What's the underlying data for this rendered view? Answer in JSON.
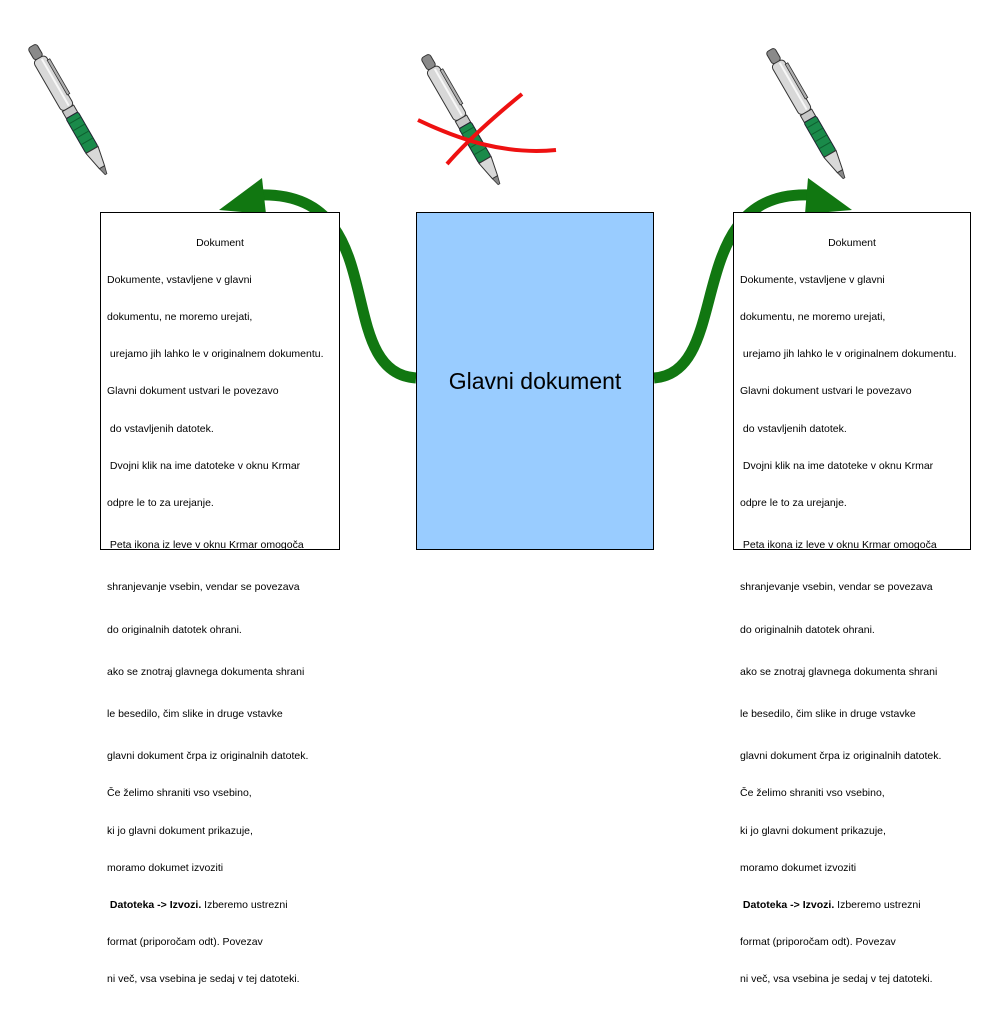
{
  "main_document": {
    "label": "Glavni dokument",
    "fill_color": "#99ccff"
  },
  "side_document": {
    "title": "Dokument",
    "lines": [
      "Dokumente, vstavljene v glavni",
      "dokumentu, ne moremo urejati,",
      " urejamo jih lahko le v originalnem dokumentu.",
      "Glavni dokument ustvari le povezavo",
      " do vstavljenih datotek.",
      " Dvojni klik na ime datoteke v oknu Krmar",
      "odpre le to za urejanje.",
      " Peta ikona iz leve v oknu Krmar omogoča",
      "shranjevanje vsebin, vendar se povezava",
      "do originalnih datotek ohrani.",
      "ako se znotraj glavnega dokumenta shrani",
      "le besedilo, čim slike in druge vstavke",
      "glavni dokument črpa iz originalnih datotek.",
      "Če želimo shraniti vso vsebino,",
      "ki jo glavni dokument prikazuje,",
      "moramo dokumet izvoziti"
    ],
    "bold_part": " Datoteka -> Izvozi.",
    "after_bold": " Izberemo ustrezni",
    "tail_lines": [
      "format (priporočam odt). Povezav",
      "ni več, vsa vsebina je sedaj v tej datoteki."
    ]
  },
  "colors": {
    "arrow": "#117711",
    "cross": "#ee1111",
    "pen_grip": "#1a8a4a"
  },
  "icons": [
    "pen-icon",
    "pen-icon",
    "pen-icon",
    "cross-icon",
    "arrow-icon",
    "arrow-icon"
  ]
}
